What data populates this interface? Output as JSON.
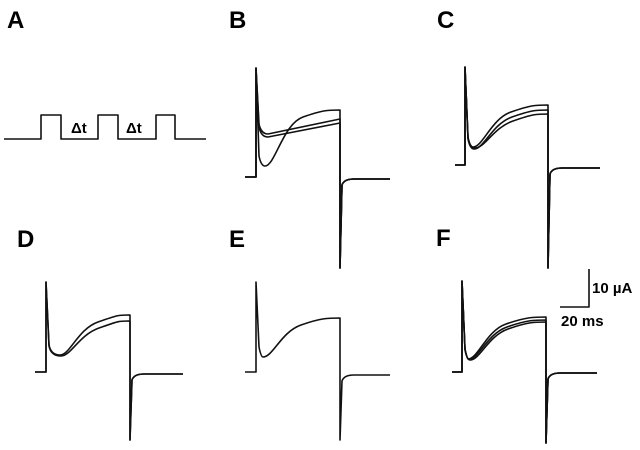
{
  "panels": [
    {
      "label": "A",
      "annotations": [
        "Δt",
        "Δt"
      ]
    },
    {
      "label": "B"
    },
    {
      "label": "C"
    },
    {
      "label": "D"
    },
    {
      "label": "E"
    },
    {
      "label": "F"
    }
  ],
  "scale_bar": {
    "current": "10 µA",
    "time": "20 ms"
  }
}
